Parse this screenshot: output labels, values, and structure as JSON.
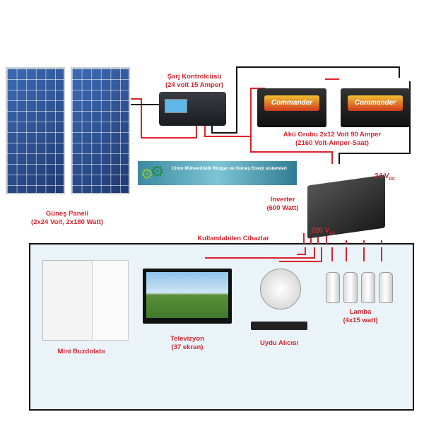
{
  "solar": {
    "label1": "Güneş Paneli",
    "label2": "(2x24 Volt, 2x180 Watt)"
  },
  "controller": {
    "label1": "Şarj Kontrolcüsü",
    "label2": "(24 volt 15 Amper)"
  },
  "battery": {
    "label1": "Akü Grubu 2x12 Volt 90 Amper",
    "label2": "(2160 Volt-Amper-Saat)",
    "brand": "Commander"
  },
  "banner": {
    "title": "Cinto Mühendislik Rüzgar ve Güneş Enerji sistemleri"
  },
  "inverter": {
    "label1": "Inverter",
    "label2": "(600 Watt)",
    "dc": "24 V",
    "dc_sub": "DC",
    "ac": "220 V",
    "ac_sub": "AC"
  },
  "devices": {
    "title": "Kullanılabilen Cihazlar",
    "fridge": "Mini Buzdolabı",
    "tv1": "Televizyon",
    "tv2": "(37 ekran)",
    "sat": "Uydu Alıcısı",
    "lamp1": "Lamba",
    "lamp2": "(4x15 watt)"
  },
  "colors": {
    "label": "#d9232d",
    "wire_pos": "#e0202a",
    "wire_neg": "#111111",
    "box_bg": "#e9f3f8"
  }
}
